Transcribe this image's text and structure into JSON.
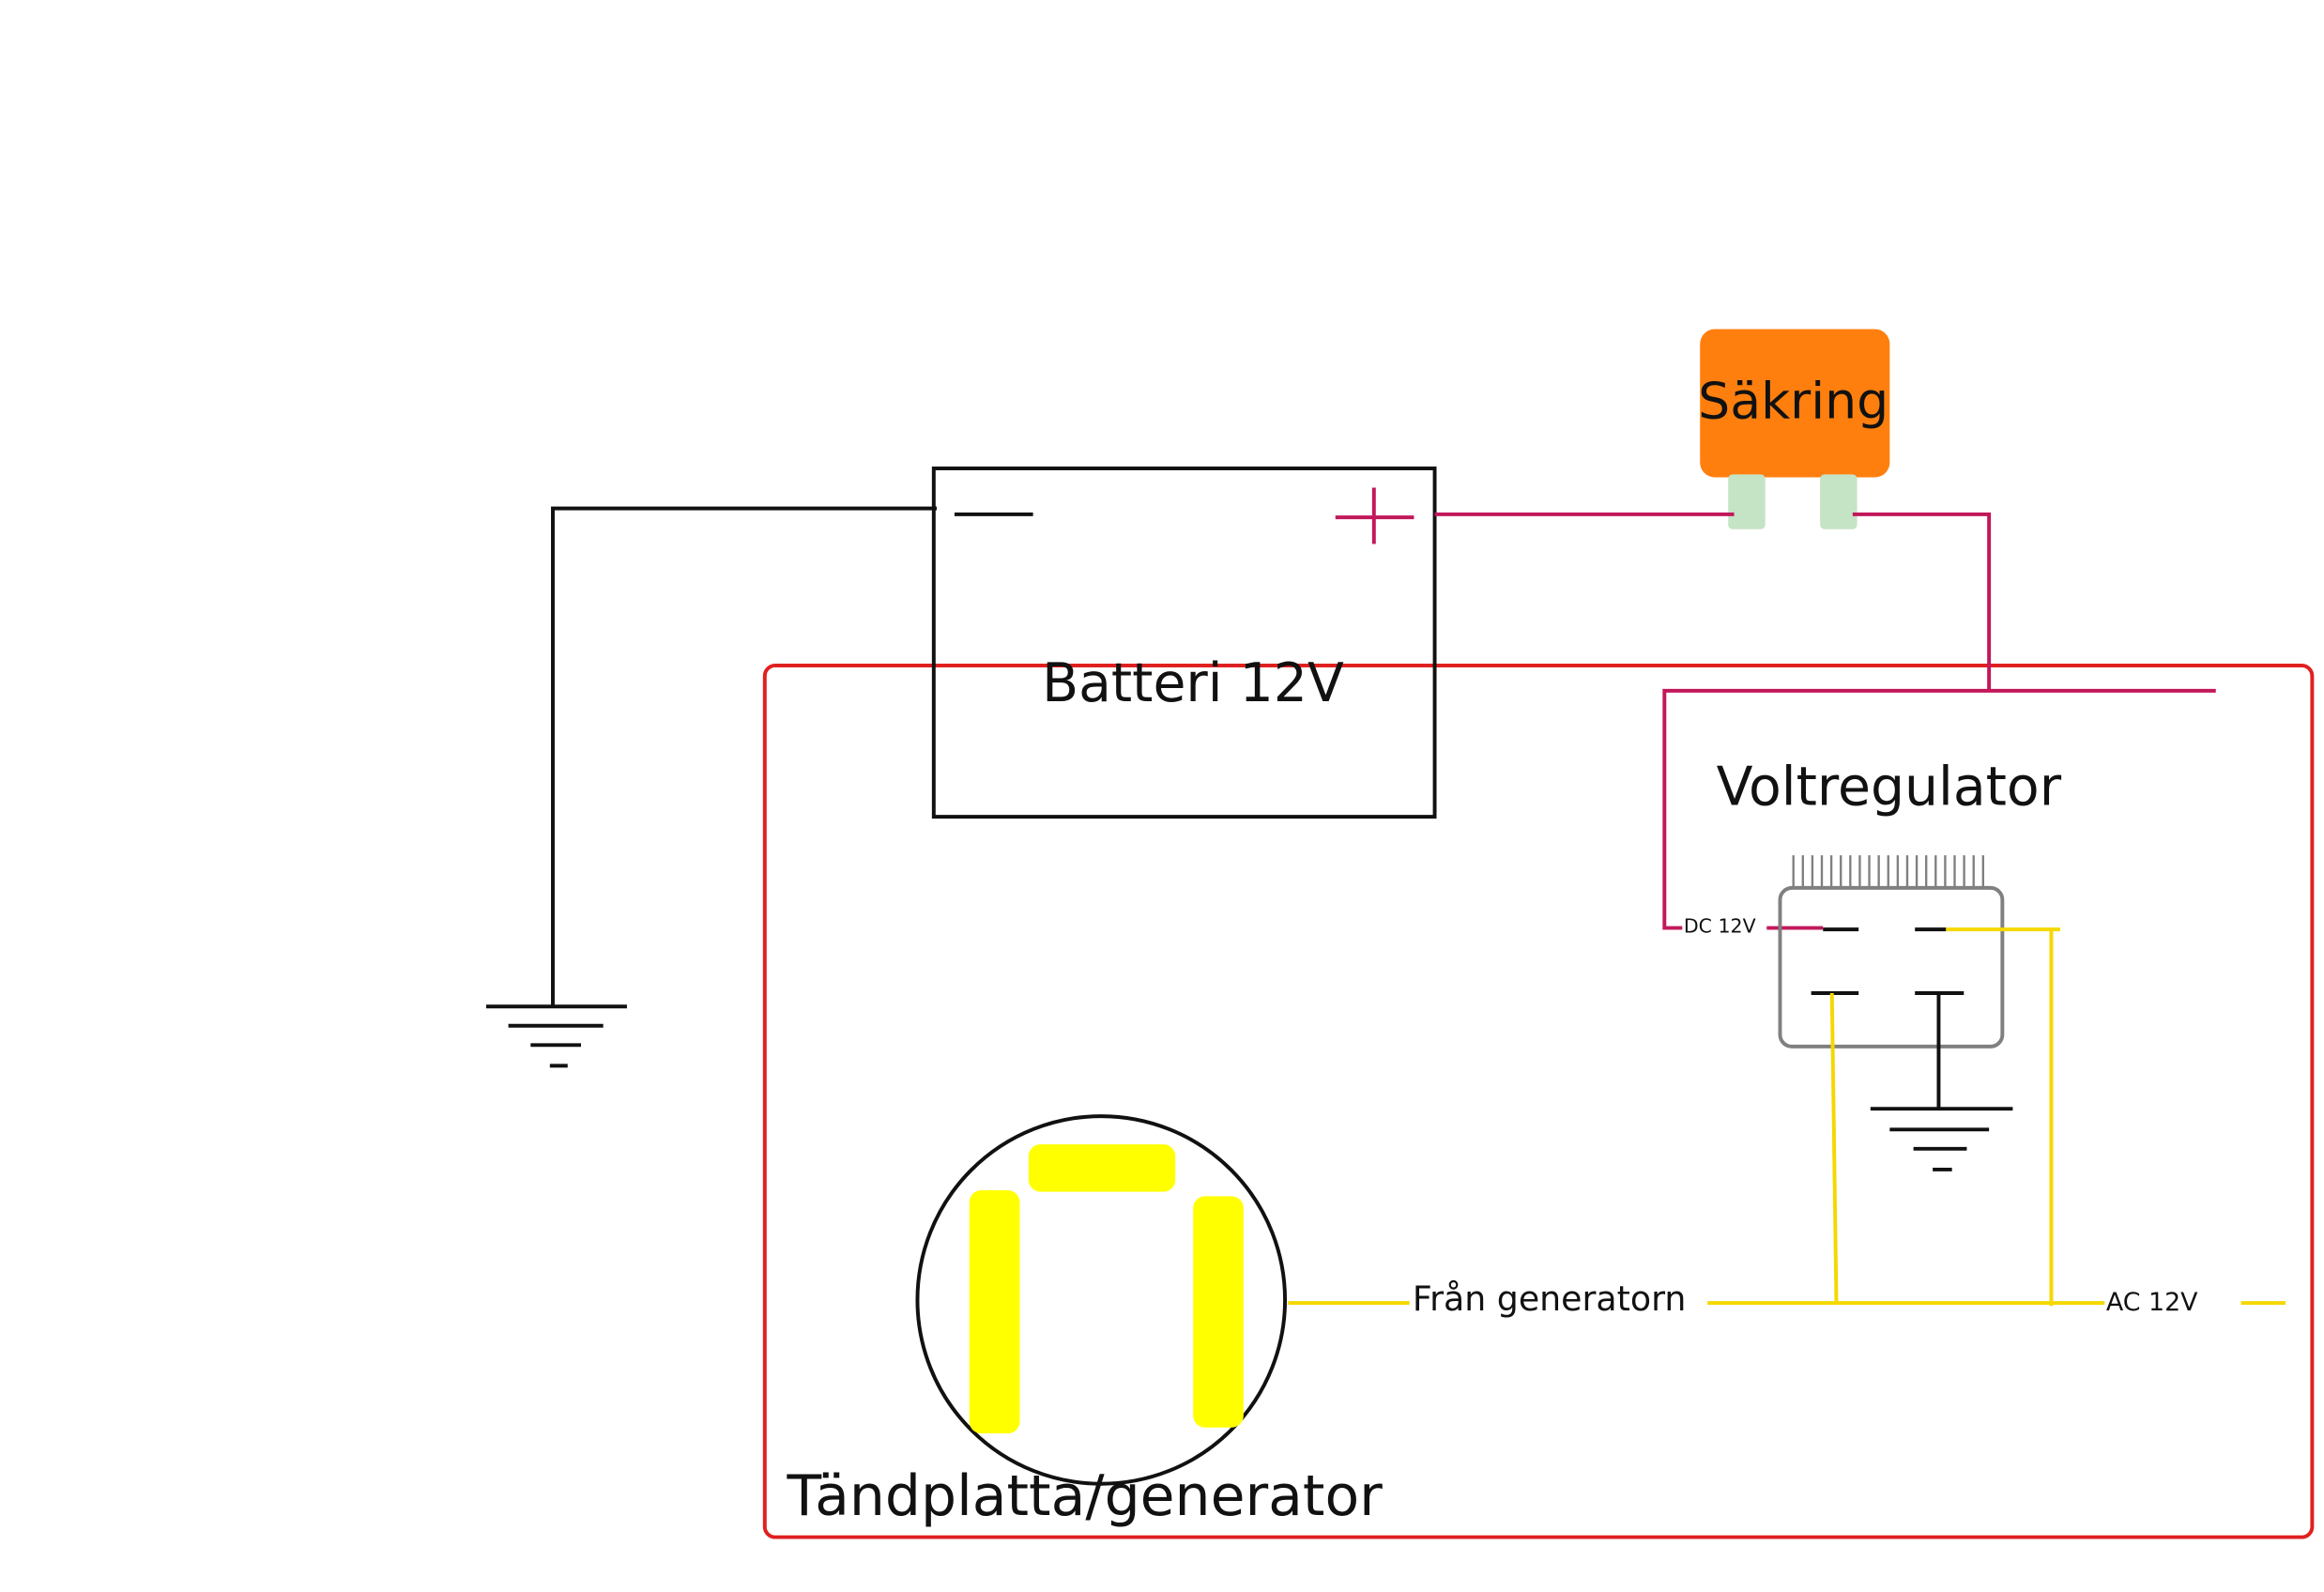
{
  "labels": {
    "fuse": "Säkring",
    "battery": "Batteri 12V",
    "battery_minus": "—",
    "battery_plus": "+",
    "regulator": "Voltregulator",
    "dc": "DC 12V",
    "from_generator": "Från generatorn",
    "ac": "AC 12V",
    "stator": "Tändplatta/generator"
  },
  "colors": {
    "ground_wire": "#111111",
    "positive_wire": "#c2185b",
    "ac_wire": "#f5d800",
    "enclosure": "#e02020",
    "fuse_body": "#ff7f0e",
    "fuse_terminals": "#c5e3c5",
    "regulator_outline": "#808080",
    "coil_fill": "#ffff00"
  }
}
